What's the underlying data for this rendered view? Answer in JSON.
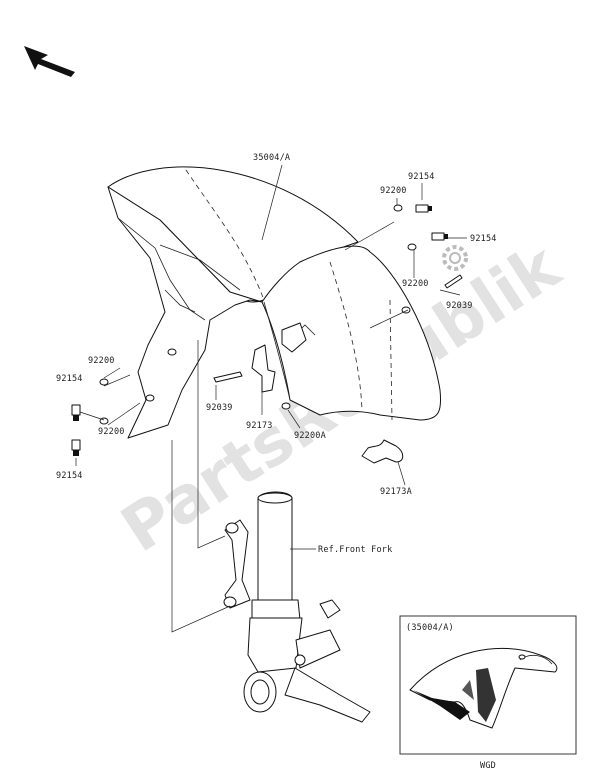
{
  "watermark": "PartsRepublik",
  "callouts": {
    "fender_main": "35004/A",
    "bolt_top_right_1": "92154",
    "washer_top_right": "92200",
    "bolt_top_right_2": "92154",
    "washer_right_mid": "92200",
    "clip_right": "92039",
    "washer_left_upper": "92200",
    "bolt_left_upper": "92154",
    "washer_left_lower": "92200",
    "bolt_left_lower": "92154",
    "clip_center": "92039",
    "bracket_center": "92173",
    "washer_center": "92200A",
    "bracket_lower": "92173A",
    "fork_ref": "Ref.Front Fork"
  },
  "inset": {
    "title": "(35004/A)",
    "code": "WGD"
  },
  "icons": [
    "direction-arrow-icon",
    "gear-icon"
  ]
}
